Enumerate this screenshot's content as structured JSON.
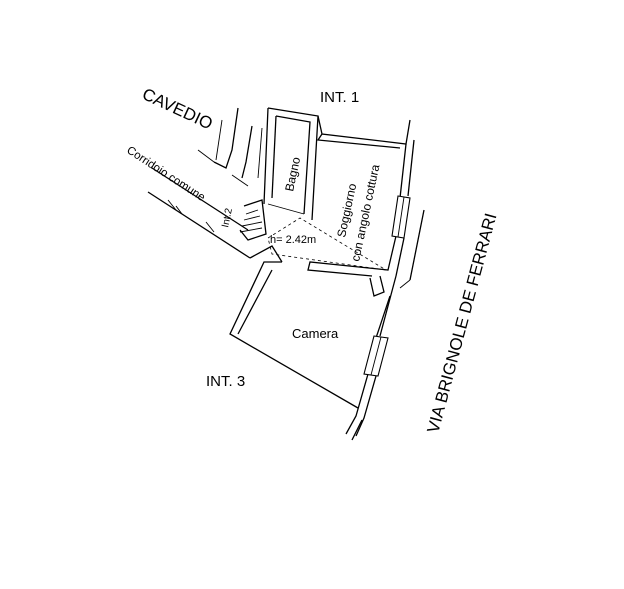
{
  "floor_plan": {
    "labels": {
      "cavedio": "CAVEDIO",
      "int1": "INT. 1",
      "corridoio": "Corridoio comune",
      "int2": "Int.2",
      "bagno": "Bagno",
      "soggiorno_line1": "Soggiorno",
      "soggiorno_line2": "con angolo cottura",
      "height": "h= 2.42m",
      "camera": "Camera",
      "int3": "INT. 3",
      "street": "VIA BRIGNOLE DE FERRARI"
    }
  }
}
